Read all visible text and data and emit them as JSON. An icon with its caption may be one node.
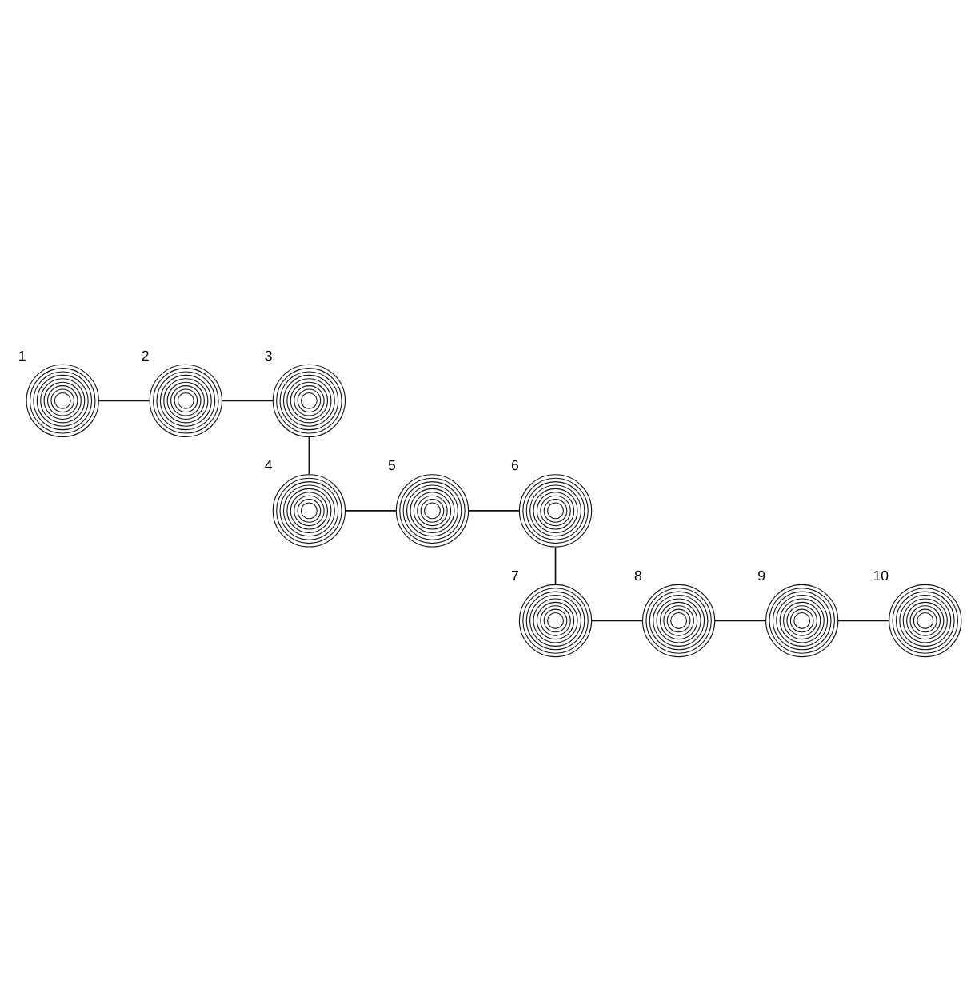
{
  "diagram": {
    "nodes": [
      {
        "text": [],
        "shape": "circle",
        "beside": [
          "1"
        ]
      },
      {
        "text": [],
        "shape": "circle",
        "beside": [
          "2"
        ]
      },
      {
        "text": [],
        "shape": "circle",
        "beside": [
          "3"
        ]
      },
      {
        "text": [],
        "shape": "circle",
        "beside": [
          "4"
        ]
      },
      {
        "text": [],
        "shape": "circle",
        "beside": [
          "5"
        ]
      },
      {
        "text": [],
        "shape": "circle",
        "beside": [
          "6"
        ]
      },
      {
        "text": [],
        "shape": "circle",
        "beside": [
          "7"
        ]
      },
      {
        "text": [],
        "shape": "circle",
        "beside": [
          "8"
        ]
      },
      {
        "text": [],
        "shape": "circle",
        "beside": [
          "9"
        ]
      },
      {
        "text": [],
        "shape": "circle",
        "beside": [
          "10"
        ]
      }
    ],
    "edges": [
      {
        "from": 0,
        "to": 1,
        "arrow": "none"
      },
      {
        "from": 1,
        "to": 2,
        "arrow": "none"
      },
      {
        "from": 2,
        "to": 3,
        "arrow": "none"
      },
      {
        "from": 3,
        "to": 4,
        "arrow": "none"
      },
      {
        "from": 4,
        "to": 5,
        "arrow": "none"
      },
      {
        "from": 5,
        "to": 6,
        "arrow": "none"
      },
      {
        "from": 6,
        "to": 7,
        "arrow": "none"
      },
      {
        "from": 7,
        "to": 8,
        "arrow": "none"
      },
      {
        "from": 8,
        "to": 9,
        "arrow": "none"
      }
    ]
  }
}
